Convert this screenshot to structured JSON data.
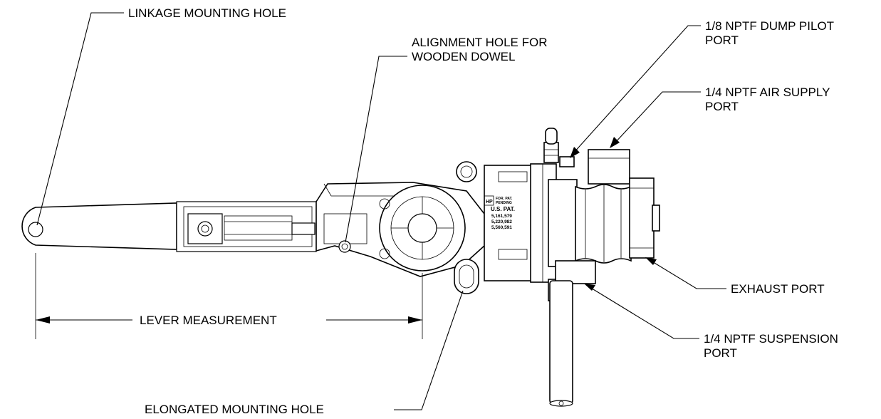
{
  "labels": {
    "linkage_hole": "LINKAGE MOUNTING HOLE",
    "alignment_hole_line1": "ALIGNMENT HOLE FOR",
    "alignment_hole_line2": "WOODEN DOWEL",
    "dump_pilot_line1": "1/8 NPTF DUMP PILOT",
    "dump_pilot_line2": "PORT",
    "air_supply_line1": "1/4 NPTF AIR SUPPLY",
    "air_supply_line2": "PORT",
    "exhaust_port": "EXHAUST PORT",
    "suspension_line1": "1/4 NPTF SUSPENSION",
    "suspension_line2": "PORT",
    "lever_measurement": "LEVER MEASUREMENT",
    "elongated_hole": "ELONGATED MOUNTING HOLE"
  },
  "stamp": {
    "logo": "HP",
    "pending_line1": "FOR. PAT.",
    "pending_line2": "PENDING",
    "us_pat": "U.S. PAT.",
    "patent1": "5,161,579",
    "patent2": "5,220,982",
    "patent3": "5,560,591"
  }
}
